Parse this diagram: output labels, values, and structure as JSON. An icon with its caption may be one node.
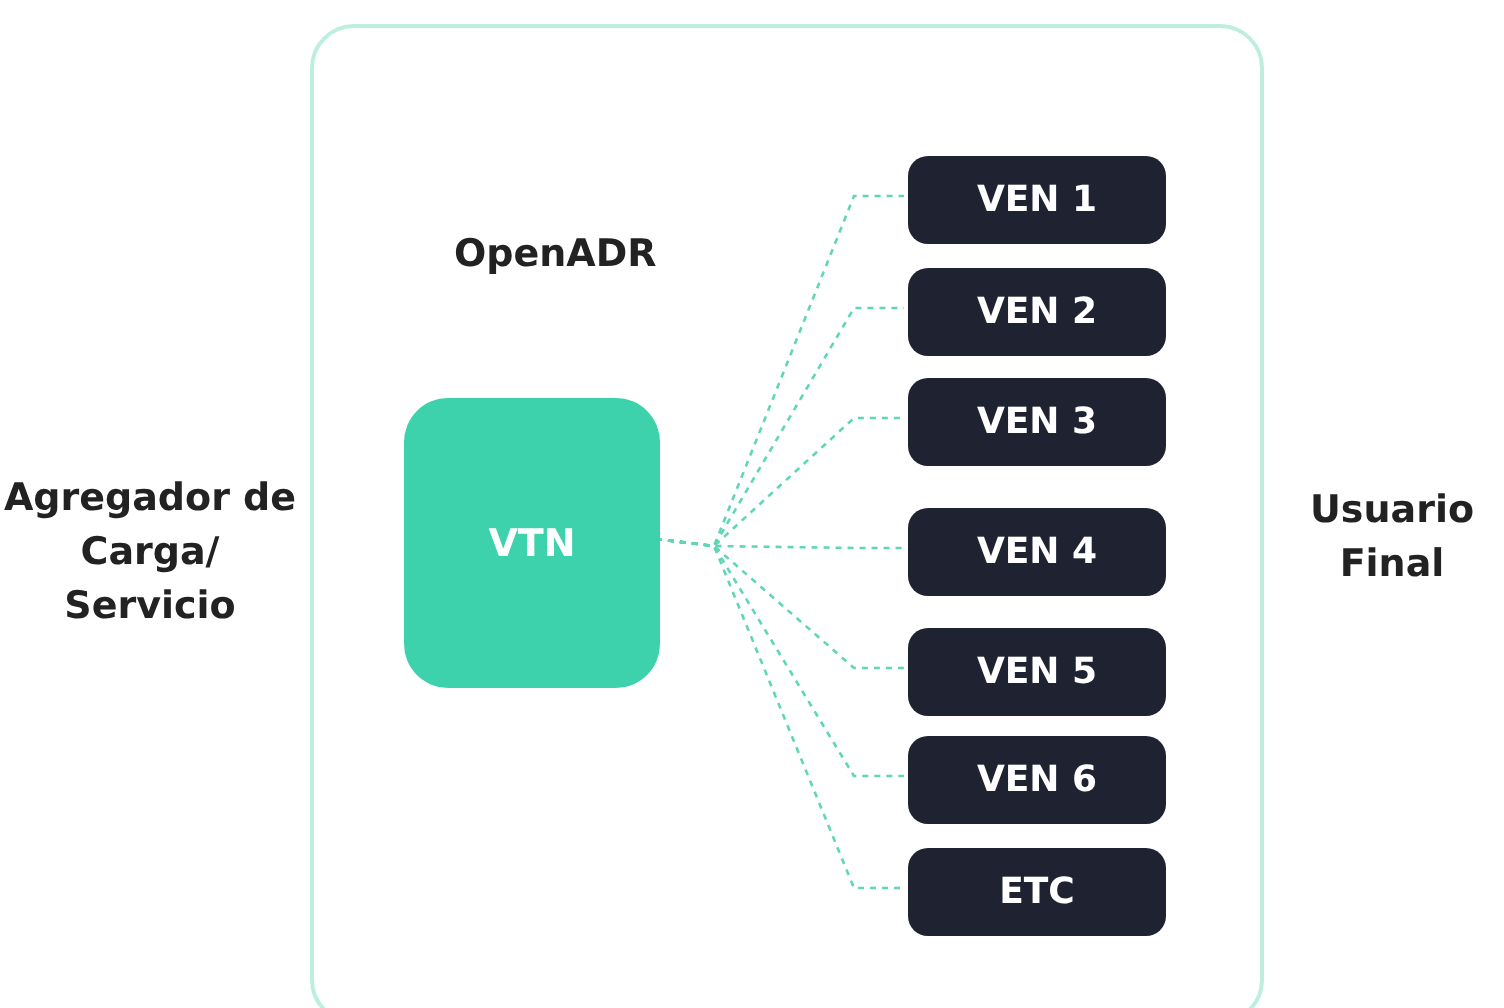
{
  "diagram": {
    "nodes": [
      {
        "text": [
          "OpenADR"
        ]
      },
      {
        "text": [
          "VTN"
        ],
        "in": 0
      },
      {
        "text": [
          "VEN 1"
        ],
        "in": 0
      },
      {
        "text": [
          "VEN 2"
        ],
        "in": 0
      },
      {
        "text": [
          "VEN 3"
        ],
        "in": 0
      },
      {
        "text": [
          "VEN 4"
        ],
        "in": 0
      },
      {
        "text": [
          "VEN 5"
        ],
        "in": 0
      },
      {
        "text": [
          "VEN 6"
        ],
        "in": 0
      },
      {
        "text": [
          "ETC"
        ],
        "in": 0
      }
    ],
    "edges": [
      {
        "from": 1,
        "to": 2,
        "arrow": "none",
        "style": "dashed"
      },
      {
        "from": 1,
        "to": 3,
        "arrow": "none",
        "style": "dashed"
      },
      {
        "from": 1,
        "to": 4,
        "arrow": "none",
        "style": "dashed"
      },
      {
        "from": 1,
        "to": 5,
        "arrow": "none",
        "style": "dashed"
      },
      {
        "from": 1,
        "to": 6,
        "arrow": "none",
        "style": "dashed"
      },
      {
        "from": 1,
        "to": 7,
        "arrow": "none",
        "style": "dashed"
      },
      {
        "from": 1,
        "to": 8,
        "arrow": "none",
        "style": "dashed"
      }
    ],
    "labels": [
      "Agregador de Carga/ Servicio",
      "Usuario Final"
    ]
  }
}
